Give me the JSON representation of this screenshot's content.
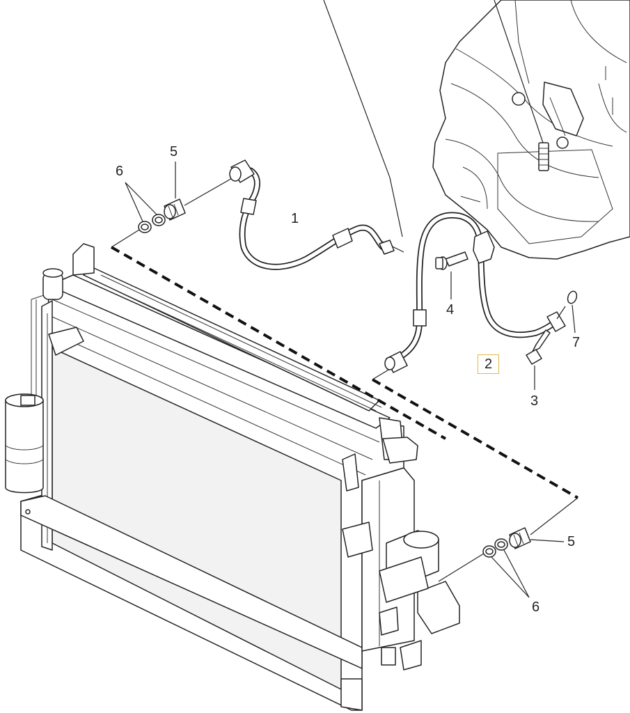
{
  "callouts": [
    {
      "id": "c1",
      "text": "1"
    },
    {
      "id": "c2",
      "text": "2",
      "highlighted": true,
      "highlight_color": "#e0b84a"
    },
    {
      "id": "c3",
      "text": "3"
    },
    {
      "id": "c4",
      "text": "4"
    },
    {
      "id": "c5a",
      "text": "5"
    },
    {
      "id": "c5b",
      "text": "5"
    },
    {
      "id": "c6a",
      "text": "6"
    },
    {
      "id": "c6b",
      "text": "6"
    },
    {
      "id": "c7",
      "text": "7"
    }
  ],
  "colors": {
    "line": "#222222",
    "background": "#ffffff",
    "highlight": "#e0b84a"
  }
}
